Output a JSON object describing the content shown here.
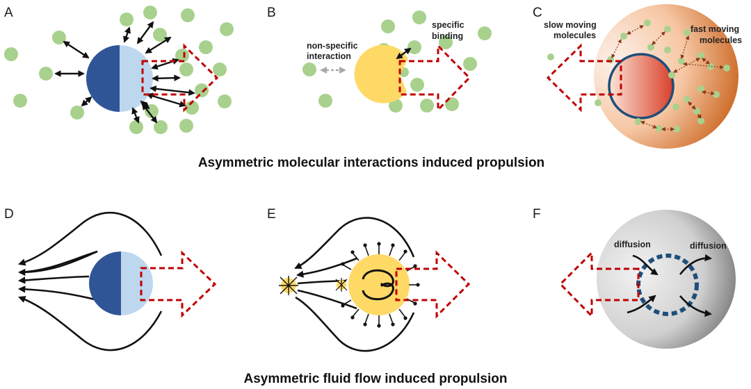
{
  "panels": {
    "a": {
      "letter": "A"
    },
    "b": {
      "letter": "B",
      "nonspecific_line1": "non-specific",
      "nonspecific_line2": "interaction",
      "specific_line1": "specific",
      "specific_line2": "binding"
    },
    "c": {
      "letter": "C",
      "slow_line1": "slow moving",
      "slow_line2": "molecules",
      "fast_line1": "fast moving",
      "fast_line2": "molecules"
    },
    "d": {
      "letter": "D"
    },
    "e": {
      "letter": "E"
    },
    "f": {
      "letter": "F",
      "diffusion_left": "diffusion",
      "diffusion_right": "diffusion"
    }
  },
  "captions": {
    "top": "Asymmetric molecular interactions induced propulsion",
    "bottom": "Asymmetric fluid flow induced propulsion"
  },
  "colors": {
    "dark_blue": "#2f5597",
    "light_blue": "#bdd7ee",
    "molecule_green": "#a9d18e",
    "yellow": "#ffd966",
    "red_dashed": "#c00000",
    "ring_blue": "#1f4e79",
    "gradient_orange": "#c55a11"
  }
}
